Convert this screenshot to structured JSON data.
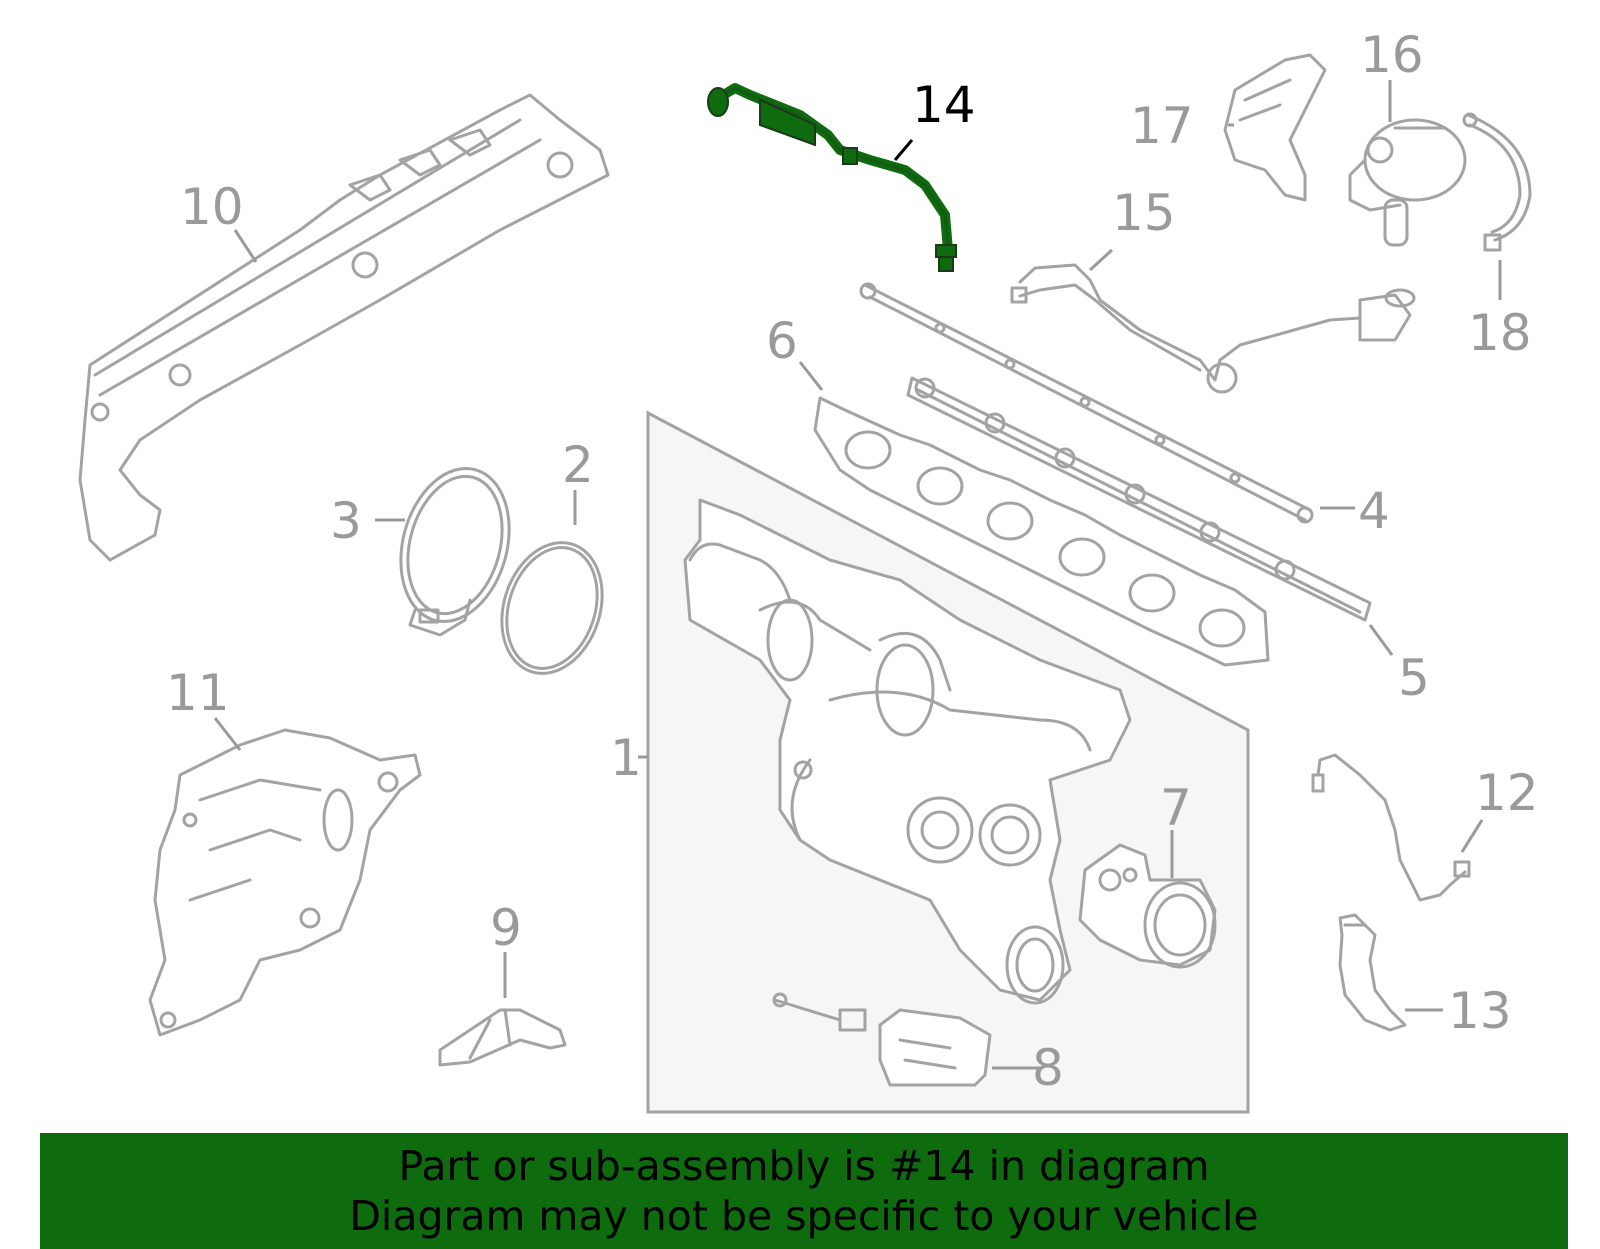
{
  "diagram": {
    "highlight_color": "#0e6b0e",
    "callouts": [
      {
        "key": "c1",
        "label": "1"
      },
      {
        "key": "c2",
        "label": "2"
      },
      {
        "key": "c3",
        "label": "3"
      },
      {
        "key": "c4",
        "label": "4"
      },
      {
        "key": "c5",
        "label": "5"
      },
      {
        "key": "c6",
        "label": "6"
      },
      {
        "key": "c7",
        "label": "7"
      },
      {
        "key": "c8",
        "label": "8"
      },
      {
        "key": "c9",
        "label": "9"
      },
      {
        "key": "c10",
        "label": "10"
      },
      {
        "key": "c11",
        "label": "11"
      },
      {
        "key": "c12",
        "label": "12"
      },
      {
        "key": "c13",
        "label": "13"
      },
      {
        "key": "c14",
        "label": "14",
        "highlighted": true
      },
      {
        "key": "c15",
        "label": "15"
      },
      {
        "key": "c16",
        "label": "16"
      },
      {
        "key": "c17",
        "label": "17"
      },
      {
        "key": "c18",
        "label": "18"
      }
    ]
  },
  "banner": {
    "line1": "Part or sub-assembly is #14 in diagram",
    "line2": "Diagram may not be specific to your vehicle",
    "background": "#0e6b0e"
  }
}
